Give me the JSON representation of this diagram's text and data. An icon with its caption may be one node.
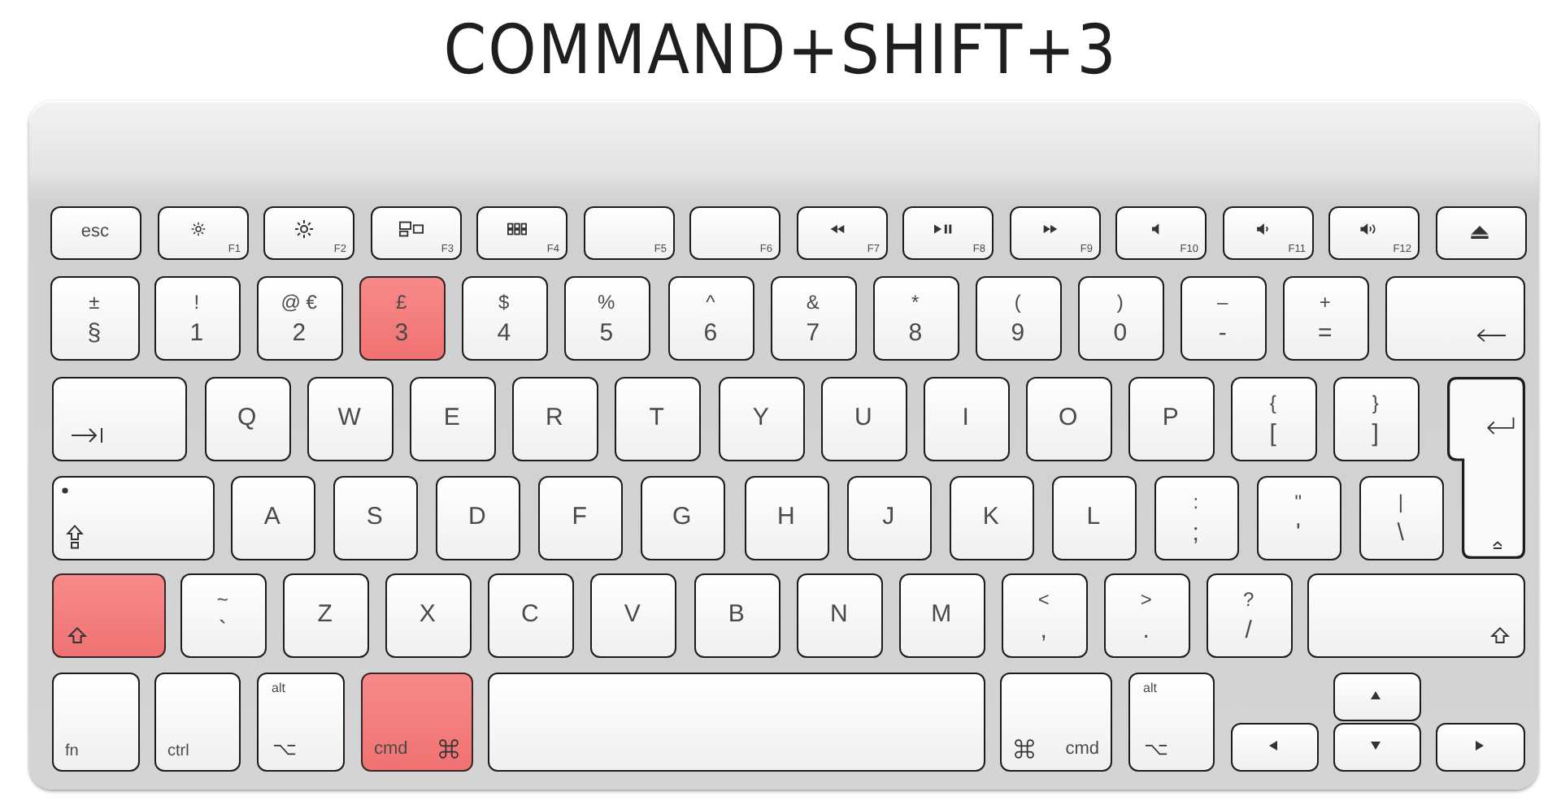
{
  "diagram": {
    "title": "COMMAND+SHIFT+3",
    "nodes": [
      {
        "text": [
          "esc"
        ]
      },
      {
        "text": [
          "F1"
        ]
      },
      {
        "text": [
          "F2"
        ]
      },
      {
        "text": [
          "F3"
        ]
      },
      {
        "text": [
          "F4"
        ]
      },
      {
        "text": [
          "F5"
        ]
      },
      {
        "text": [
          "F6"
        ]
      },
      {
        "text": [
          "F7"
        ]
      },
      {
        "text": [
          "F8"
        ]
      },
      {
        "text": [
          "F9"
        ]
      },
      {
        "text": [
          "F10"
        ]
      },
      {
        "text": [
          "F11"
        ]
      },
      {
        "text": [
          "F12"
        ]
      },
      {
        "text": [],
        "shape": "box"
      },
      {
        "text": [
          "±",
          "§"
        ]
      },
      {
        "text": [
          "!",
          "1"
        ]
      },
      {
        "text": [
          "@ €",
          "2"
        ]
      },
      {
        "text": [
          "£",
          "3"
        ]
      },
      {
        "text": [
          "$",
          "4"
        ]
      },
      {
        "text": [
          "%",
          "5"
        ]
      },
      {
        "text": [
          "^",
          "6"
        ]
      },
      {
        "text": [
          "&",
          "7"
        ]
      },
      {
        "text": [
          "*",
          "8"
        ]
      },
      {
        "text": [
          "(",
          "9"
        ]
      },
      {
        "text": [
          ")",
          "0"
        ]
      },
      {
        "text": [
          "–",
          "-"
        ]
      },
      {
        "text": [
          "+",
          "="
        ]
      },
      {
        "text": [],
        "shape": "box"
      },
      {
        "text": [],
        "shape": "box"
      },
      {
        "text": [
          "Q"
        ]
      },
      {
        "text": [
          "W"
        ]
      },
      {
        "text": [
          "E"
        ]
      },
      {
        "text": [
          "R"
        ]
      },
      {
        "text": [
          "T"
        ]
      },
      {
        "text": [
          "Y"
        ]
      },
      {
        "text": [
          "U"
        ]
      },
      {
        "text": [
          "I"
        ]
      },
      {
        "text": [
          "O"
        ]
      },
      {
        "text": [
          "P"
        ]
      },
      {
        "text": [
          "{",
          "["
        ]
      },
      {
        "text": [
          "}",
          "]"
        ]
      },
      {
        "text": [],
        "shape": "box"
      },
      {
        "text": [],
        "shape": "box"
      },
      {
        "text": [
          "A"
        ]
      },
      {
        "text": [
          "S"
        ]
      },
      {
        "text": [
          "D"
        ]
      },
      {
        "text": [
          "F"
        ]
      },
      {
        "text": [
          "G"
        ]
      },
      {
        "text": [
          "H"
        ]
      },
      {
        "text": [
          "J"
        ]
      },
      {
        "text": [
          "K"
        ]
      },
      {
        "text": [
          "L"
        ]
      },
      {
        "text": [
          ":",
          ";"
        ]
      },
      {
        "text": [
          "\"",
          "'"
        ]
      },
      {
        "text": [
          "|",
          "\\"
        ]
      },
      {
        "text": [],
        "shape": "box"
      },
      {
        "text": [
          "~",
          "`"
        ]
      },
      {
        "text": [
          "Z"
        ]
      },
      {
        "text": [
          "X"
        ]
      },
      {
        "text": [
          "C"
        ]
      },
      {
        "text": [
          "V"
        ]
      },
      {
        "text": [
          "B"
        ]
      },
      {
        "text": [
          "N"
        ]
      },
      {
        "text": [
          "M"
        ]
      },
      {
        "text": [
          "<",
          ","
        ]
      },
      {
        "text": [
          ">",
          "."
        ]
      },
      {
        "text": [
          "?",
          "/"
        ]
      },
      {
        "text": [],
        "shape": "box"
      },
      {
        "text": [
          "fn"
        ]
      },
      {
        "text": [
          "ctrl"
        ]
      },
      {
        "text": [
          "alt"
        ]
      },
      {
        "text": [
          "cmd"
        ]
      },
      {
        "text": [],
        "shape": "box"
      },
      {
        "text": [
          "cmd"
        ]
      },
      {
        "text": [
          "alt"
        ]
      },
      {
        "text": [],
        "shape": "box"
      },
      {
        "text": [],
        "shape": "box"
      },
      {
        "text": [],
        "shape": "box"
      },
      {
        "text": [],
        "shape": "box"
      }
    ]
  }
}
